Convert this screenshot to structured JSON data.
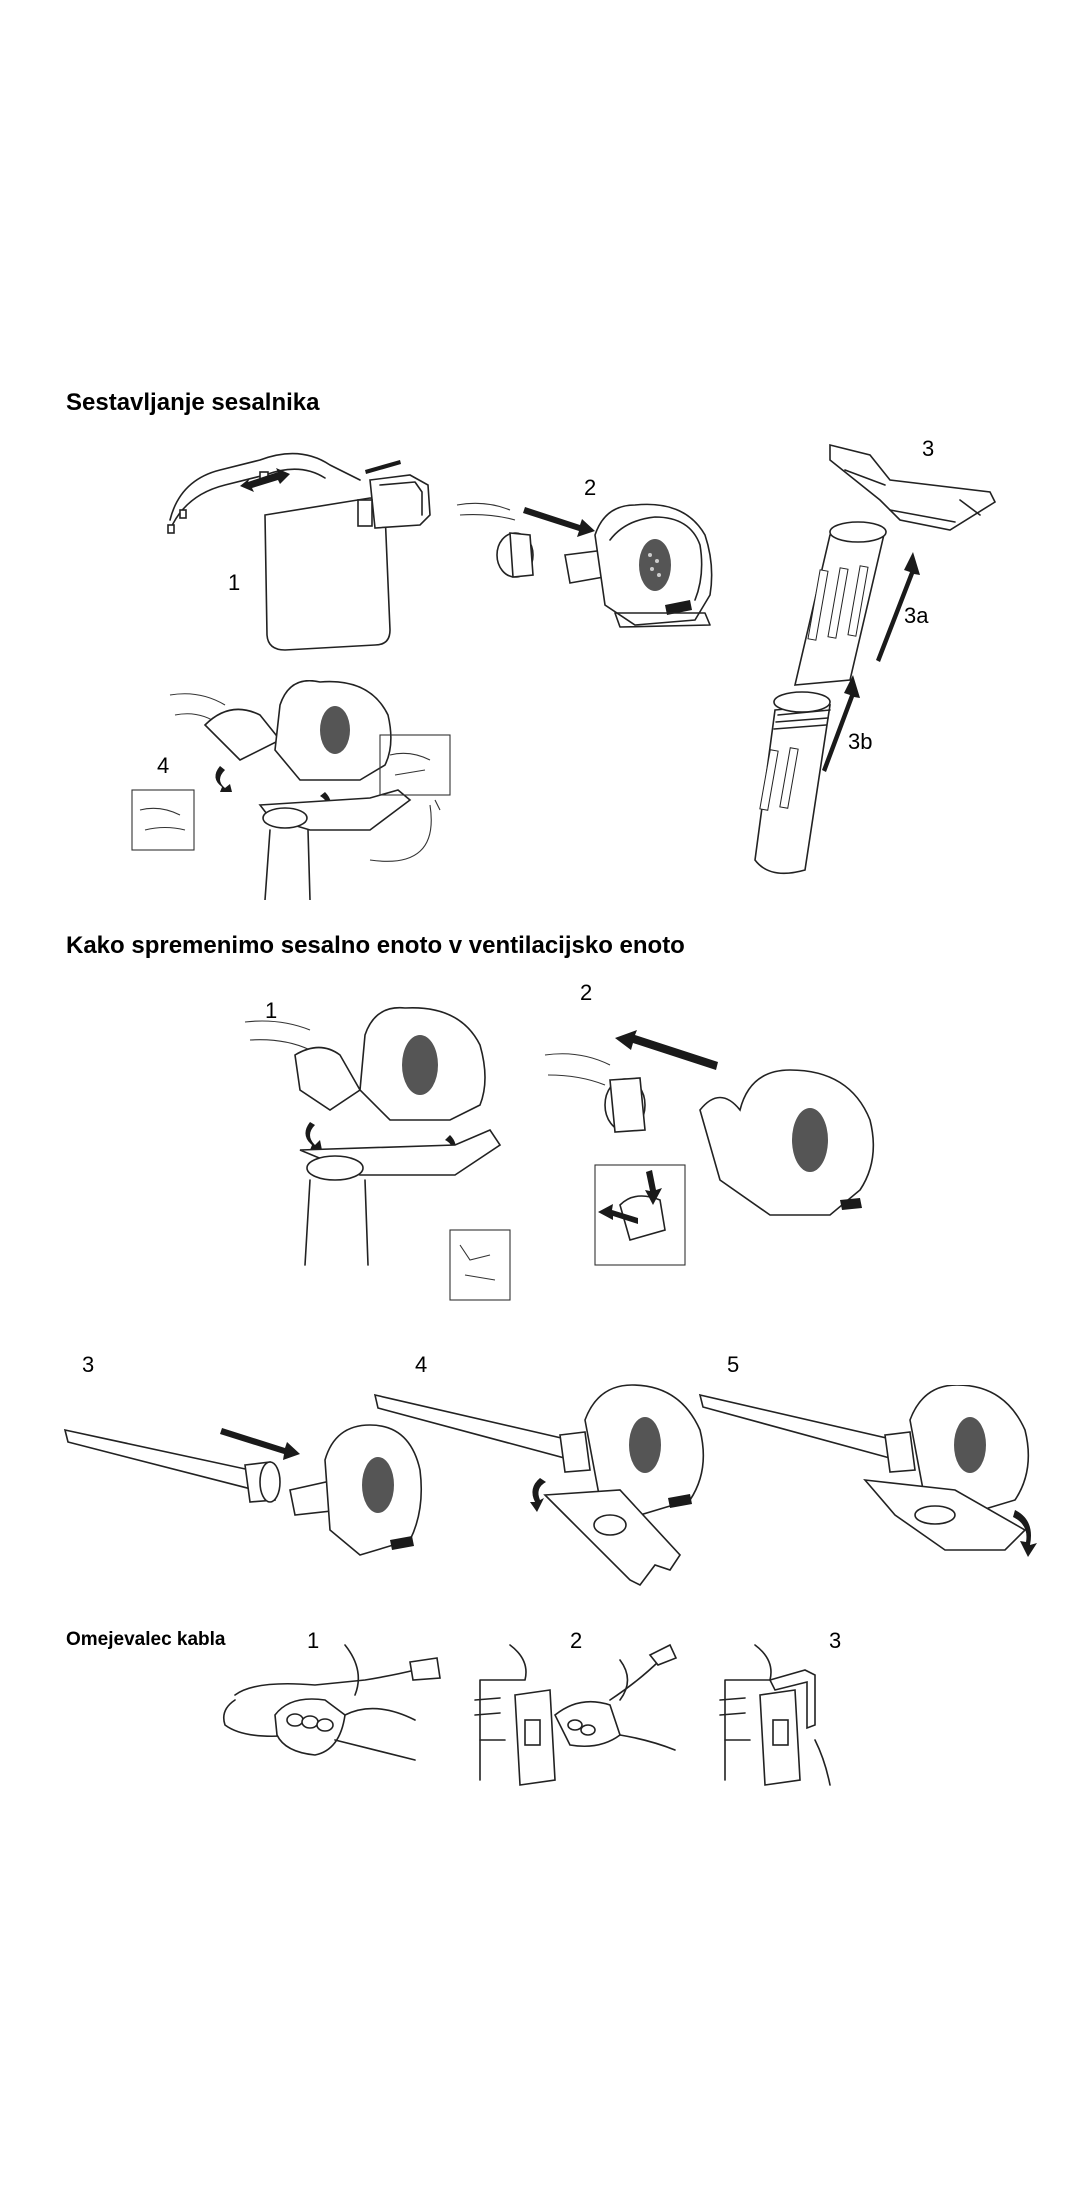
{
  "sections": {
    "assembly": {
      "title": "Sestavljanje sesalnika",
      "steps": [
        "1",
        "2",
        "3",
        "3a",
        "3b",
        "4"
      ]
    },
    "conversion": {
      "title": "Kako spremenimo sesalno enoto v ventilacijsko enoto",
      "steps": [
        "1",
        "2",
        "3",
        "4",
        "5"
      ]
    },
    "cable": {
      "title": "Omejevalec kabla",
      "steps": [
        "1",
        "2",
        "3"
      ]
    }
  }
}
